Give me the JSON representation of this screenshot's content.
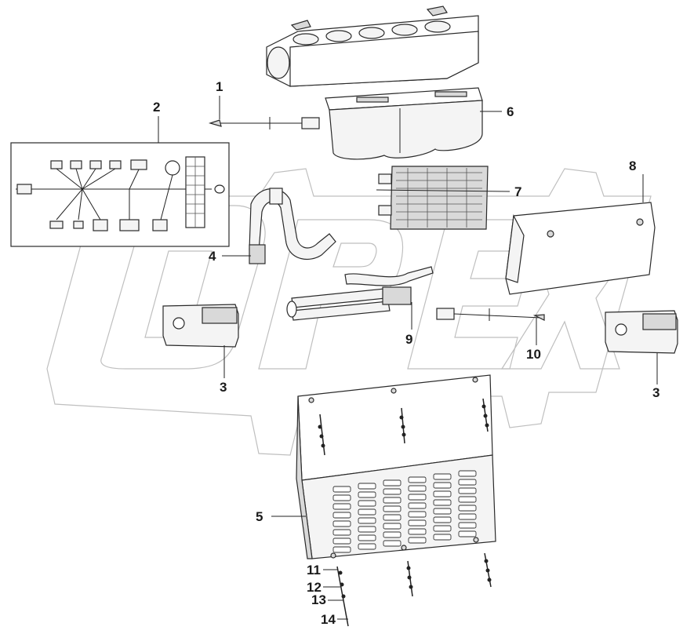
{
  "watermark": "OPEX",
  "callouts": [
    {
      "id": "1",
      "label": "1"
    },
    {
      "id": "2",
      "label": "2"
    },
    {
      "id": "3a",
      "label": "3"
    },
    {
      "id": "3b",
      "label": "3"
    },
    {
      "id": "4",
      "label": "4"
    },
    {
      "id": "5",
      "label": "5"
    },
    {
      "id": "6",
      "label": "6"
    },
    {
      "id": "7",
      "label": "7"
    },
    {
      "id": "8",
      "label": "8"
    },
    {
      "id": "9",
      "label": "9"
    },
    {
      "id": "10",
      "label": "10"
    },
    {
      "id": "11",
      "label": "11"
    },
    {
      "id": "12",
      "label": "12"
    },
    {
      "id": "13",
      "label": "13"
    },
    {
      "id": "14",
      "label": "14"
    }
  ]
}
